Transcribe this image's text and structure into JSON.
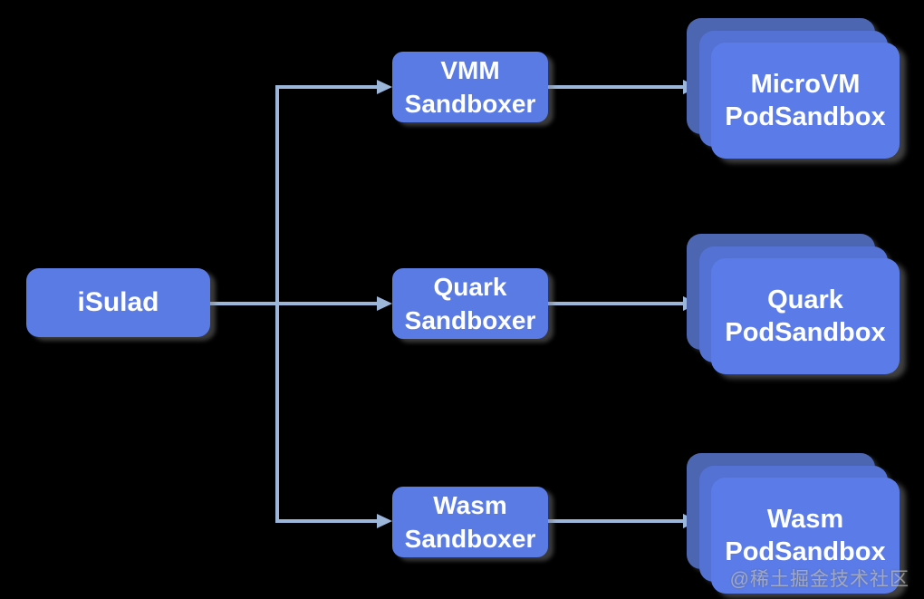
{
  "diagram": {
    "colors": {
      "background": "#000000",
      "node_fill": "#5a7ae4",
      "stack_front": "#5b7ce8",
      "stack_mid": "#5372d4",
      "stack_back": "#4c66b2",
      "connector": "#9cb6da",
      "text": "#ffffff"
    },
    "root": {
      "label": "iSulad"
    },
    "sandboxers": [
      {
        "line1": "VMM",
        "line2": "Sandboxer"
      },
      {
        "line1": "Quark",
        "line2": "Sandboxer"
      },
      {
        "line1": "Wasm",
        "line2": "Sandboxer"
      }
    ],
    "pod_sandboxes": [
      {
        "line1": "MicroVM",
        "line2": "PodSandbox"
      },
      {
        "line1": "Quark",
        "line2": "PodSandbox"
      },
      {
        "line1": "Wasm",
        "line2": "PodSandbox"
      }
    ],
    "watermark": "@稀土掘金技术社区"
  }
}
